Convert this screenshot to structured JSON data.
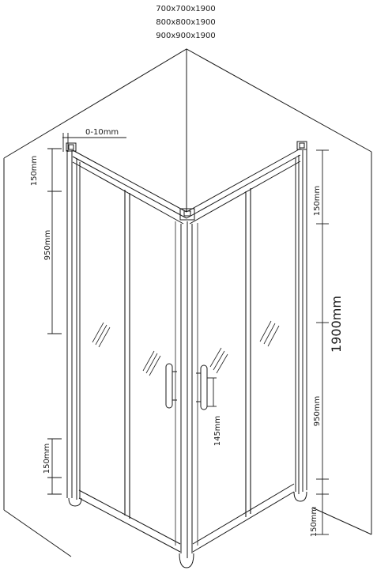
{
  "sizes": [
    "700x700x1900",
    "800x800x1900",
    "900x900x1900"
  ],
  "dimensions": {
    "gap": "0-10mm",
    "left_top": "150mm",
    "left_middle": "950mm",
    "left_bottom": "150mm",
    "right_top": "150mm",
    "total_height": "1900mm",
    "right_middle": "950mm",
    "right_bottom": "150mm",
    "handle": "145mm"
  }
}
